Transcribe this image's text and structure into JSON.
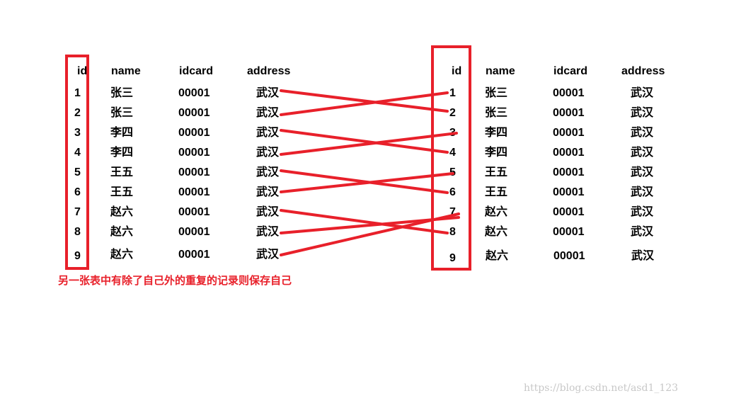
{
  "colors": {
    "accent": "#e8202a",
    "text": "#000000",
    "watermark": "#c8c8c8",
    "background": "#ffffff"
  },
  "columns": [
    "id",
    "name",
    "idcard",
    "address"
  ],
  "rows": [
    {
      "id": "1",
      "name": "张三",
      "idcard": "00001",
      "address": "武汉"
    },
    {
      "id": "2",
      "name": "张三",
      "idcard": "00001",
      "address": "武汉"
    },
    {
      "id": "3",
      "name": "李四",
      "idcard": "00001",
      "address": "武汉"
    },
    {
      "id": "4",
      "name": "李四",
      "idcard": "00001",
      "address": "武汉"
    },
    {
      "id": "5",
      "name": "王五",
      "idcard": "00001",
      "address": "武汉"
    },
    {
      "id": "6",
      "name": "王五",
      "idcard": "00001",
      "address": "武汉"
    },
    {
      "id": "7",
      "name": "赵六",
      "idcard": "00001",
      "address": "武汉"
    },
    {
      "id": "8",
      "name": "赵六",
      "idcard": "00001",
      "address": "武汉"
    },
    {
      "id": "9",
      "name": "赵六",
      "idcard": "00001",
      "address": "武汉"
    }
  ],
  "links": [
    {
      "from": "1",
      "to": "2"
    },
    {
      "from": "2",
      "to": "1"
    },
    {
      "from": "3",
      "to": "4"
    },
    {
      "from": "4",
      "to": "3"
    },
    {
      "from": "5",
      "to": "6"
    },
    {
      "from": "6",
      "to": "5"
    },
    {
      "from": "7",
      "to": "8"
    },
    {
      "from": "8",
      "to": "7"
    },
    {
      "from": "9",
      "to": "7"
    }
  ],
  "note": "另一张表中有除了自己外的重复的记录则保存自己",
  "watermark": "https://blog.csdn.net/asd1_123"
}
